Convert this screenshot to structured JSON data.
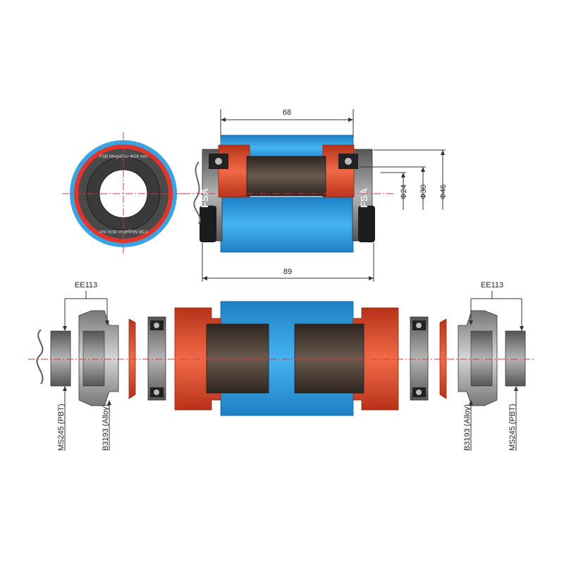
{
  "dimensions": {
    "width_68": "68",
    "width_89": "89",
    "dia_24": "Φ24",
    "dia_30": "Φ30",
    "dia_46": "Φ46"
  },
  "labels": {
    "ee113_left": "EE113",
    "ee113_right": "EE113",
    "ms245_left": "MS245 (PBT)",
    "b3193_left": "B3193 (Alloy)",
    "b3193_right": "B3193 (Alloy)",
    "ms245_right": "MS245 (PBT)"
  },
  "bearing_face_text": {
    "top": "FSB  MegaExo  Φ24 mm",
    "bottom": "FSB  MegaExo  Φ24 mm"
  },
  "logo_text": "FSA",
  "colors": {
    "shell_blue": "#2f9fe0",
    "cup_red": "#e8482a",
    "sleeve_dark": "#4a3e36",
    "seal_gray": "#8a8a8a",
    "bearing_dark": "#2b2b2b",
    "centerline": "#d8383a"
  }
}
